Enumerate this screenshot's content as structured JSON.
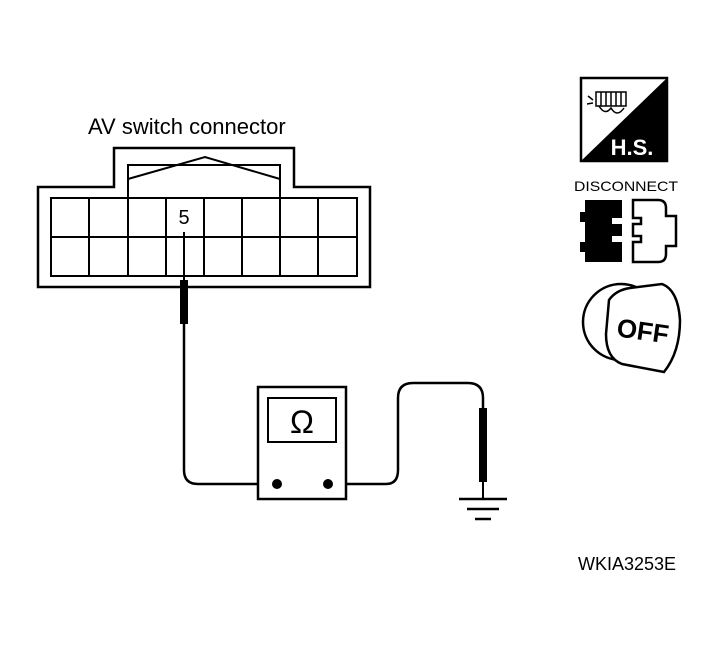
{
  "connector": {
    "title": "AV switch connector",
    "terminal_label": "5"
  },
  "meter": {
    "symbol": "Ω"
  },
  "icons": {
    "hot_shot_label": "H.S.",
    "disconnect_label": "DISCONNECT",
    "ignition_label": "OFF"
  },
  "figure_id": "WKIA3253E"
}
